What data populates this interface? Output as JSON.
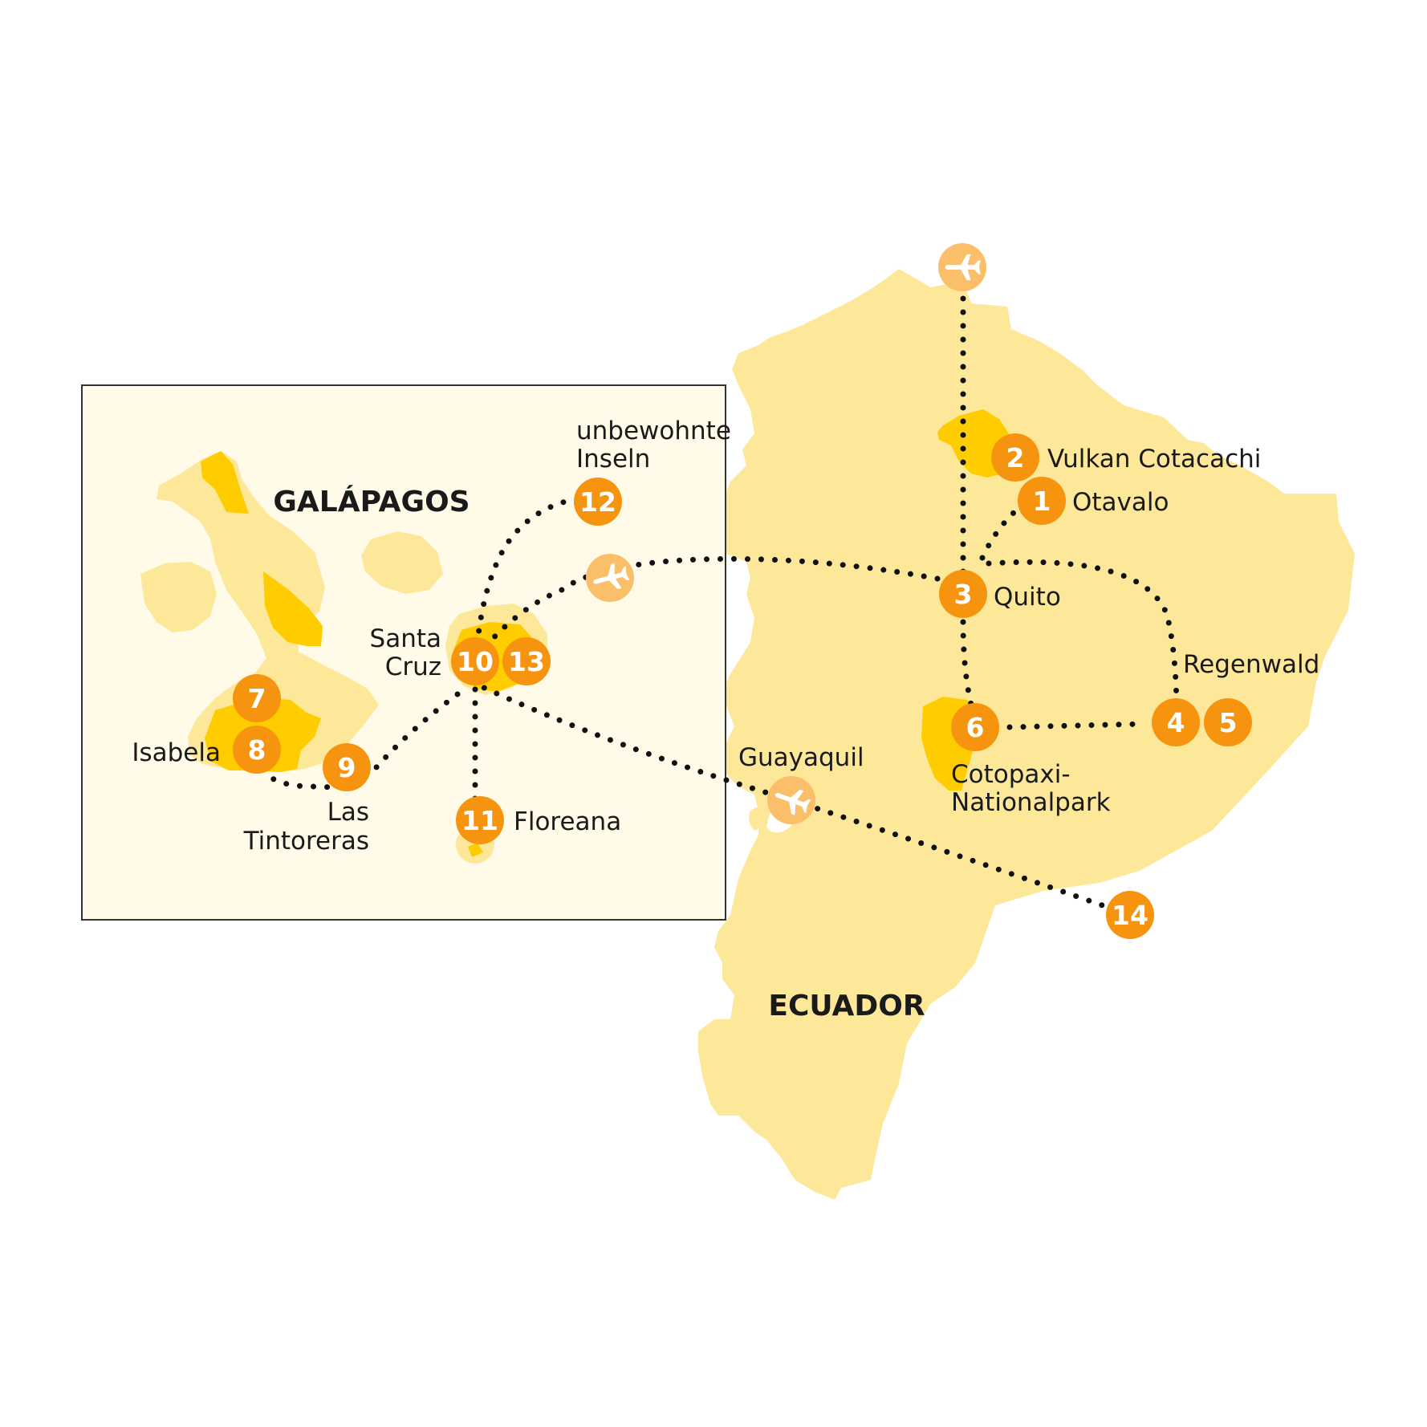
{
  "map": {
    "regions": {
      "ecuador": "ECUADOR",
      "galapagos": "GALÁPAGOS"
    },
    "places": {
      "vulkan_cotacachi": "Vulkan Cotacachi",
      "otavalo": "Otavalo",
      "quito": "Quito",
      "regenwald": "Regenwald",
      "cotopaxi_1": "Cotopaxi-",
      "cotopaxi_2": "Nationalpark",
      "guayaquil": "Guayaquil",
      "unbewohnte_1": "unbewohnte",
      "unbewohnte_2": "Inseln",
      "santa_1": "Santa",
      "santa_2": "Cruz",
      "isabela": "Isabela",
      "las_1": "Las",
      "las_2": "Tintoreras",
      "floreana": "Floreana"
    },
    "stops": [
      "1",
      "2",
      "3",
      "4",
      "5",
      "6",
      "7",
      "8",
      "9",
      "10",
      "11",
      "12",
      "13",
      "14"
    ],
    "icons": {
      "airport": "airplane-icon"
    },
    "colors": {
      "land": "#fde89a",
      "highlight": "#ffcc00",
      "stop": "#f7940f",
      "airport": "#fbbf6a",
      "inset_bg": "#fffbe8",
      "route": "#111111"
    }
  }
}
